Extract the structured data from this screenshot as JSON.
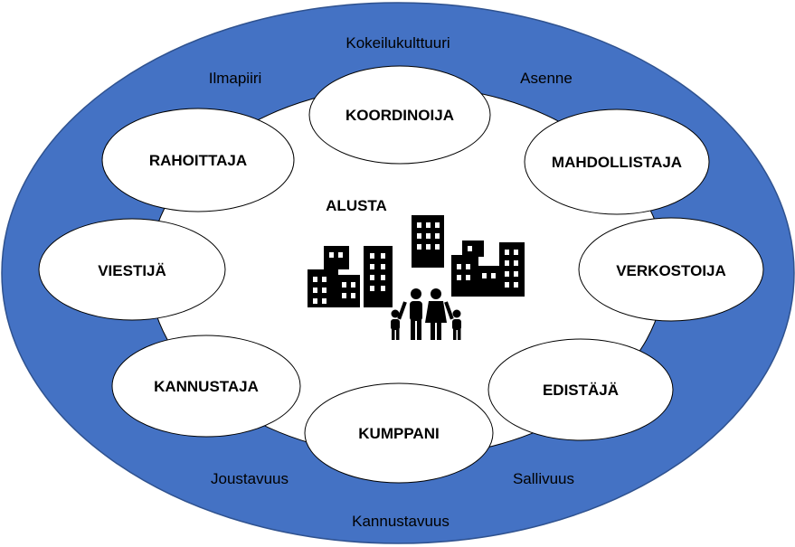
{
  "diagram": {
    "center_title": "ALUSTA",
    "outer_words": {
      "top": "Kokeilukulttuuri",
      "top_left": "Ilmapiiri",
      "top_right": "Asenne",
      "bottom_left": "Joustavuus",
      "bottom_right": "Sallivuus",
      "bottom": "Kannustavuus"
    },
    "roles": {
      "koordinoija": "KOORDINOIJA",
      "mahdollistaja": "MAHDOLLISTAJA",
      "verkostoija": "VERKOSTOIJA",
      "edistaja": "EDISTÄJÄ",
      "kumppani": "KUMPPANI",
      "kannustaja": "KANNUSTAJA",
      "viestija": "VIESTIJÄ",
      "rahoittaja": "RAHOITTAJA"
    },
    "colors": {
      "outer_ring": "#4472C4",
      "outer_ring_border": "#2F528F",
      "ellipse_fill": "#FFFFFF",
      "ellipse_border": "#000000",
      "icon": "#000000"
    },
    "icon": "city-family-icon"
  }
}
